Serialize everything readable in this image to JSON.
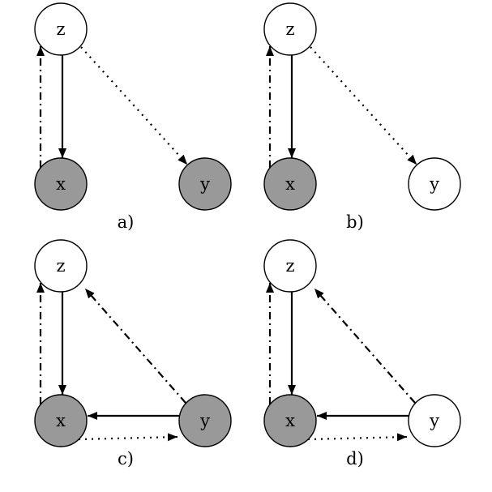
{
  "colors": {
    "observed_fill": "#999999",
    "latent_fill": "#ffffff",
    "stroke": "#000000",
    "background": "#ffffff"
  },
  "panels": [
    {
      "label": "a)",
      "nodes": [
        {
          "id": "z",
          "label": "z",
          "observed": false
        },
        {
          "id": "x",
          "label": "x",
          "observed": true
        },
        {
          "id": "y",
          "label": "y",
          "observed": true
        }
      ],
      "edges": [
        {
          "from": "z",
          "to": "x",
          "style": "solid"
        },
        {
          "from": "x",
          "to": "z",
          "style": "dashdot"
        },
        {
          "from": "z",
          "to": "y",
          "style": "dotted"
        }
      ]
    },
    {
      "label": "b)",
      "nodes": [
        {
          "id": "z",
          "label": "z",
          "observed": false
        },
        {
          "id": "x",
          "label": "x",
          "observed": true
        },
        {
          "id": "y",
          "label": "y",
          "observed": false
        }
      ],
      "edges": [
        {
          "from": "z",
          "to": "x",
          "style": "solid"
        },
        {
          "from": "x",
          "to": "z",
          "style": "dashdot"
        },
        {
          "from": "z",
          "to": "y",
          "style": "dotted"
        }
      ]
    },
    {
      "label": "c)",
      "nodes": [
        {
          "id": "z",
          "label": "z",
          "observed": false
        },
        {
          "id": "x",
          "label": "x",
          "observed": true
        },
        {
          "id": "y",
          "label": "y",
          "observed": true
        }
      ],
      "edges": [
        {
          "from": "z",
          "to": "x",
          "style": "solid"
        },
        {
          "from": "x",
          "to": "z",
          "style": "dashdot"
        },
        {
          "from": "y",
          "to": "x",
          "style": "solid"
        },
        {
          "from": "x",
          "to": "y",
          "style": "dotted"
        },
        {
          "from": "y",
          "to": "z",
          "style": "dashdot"
        }
      ]
    },
    {
      "label": "d)",
      "nodes": [
        {
          "id": "z",
          "label": "z",
          "observed": false
        },
        {
          "id": "x",
          "label": "x",
          "observed": true
        },
        {
          "id": "y",
          "label": "y",
          "observed": false
        }
      ],
      "edges": [
        {
          "from": "z",
          "to": "x",
          "style": "solid"
        },
        {
          "from": "x",
          "to": "z",
          "style": "dashdot"
        },
        {
          "from": "y",
          "to": "x",
          "style": "solid"
        },
        {
          "from": "x",
          "to": "y",
          "style": "dotted"
        },
        {
          "from": "y",
          "to": "z",
          "style": "dashdot"
        }
      ]
    }
  ]
}
